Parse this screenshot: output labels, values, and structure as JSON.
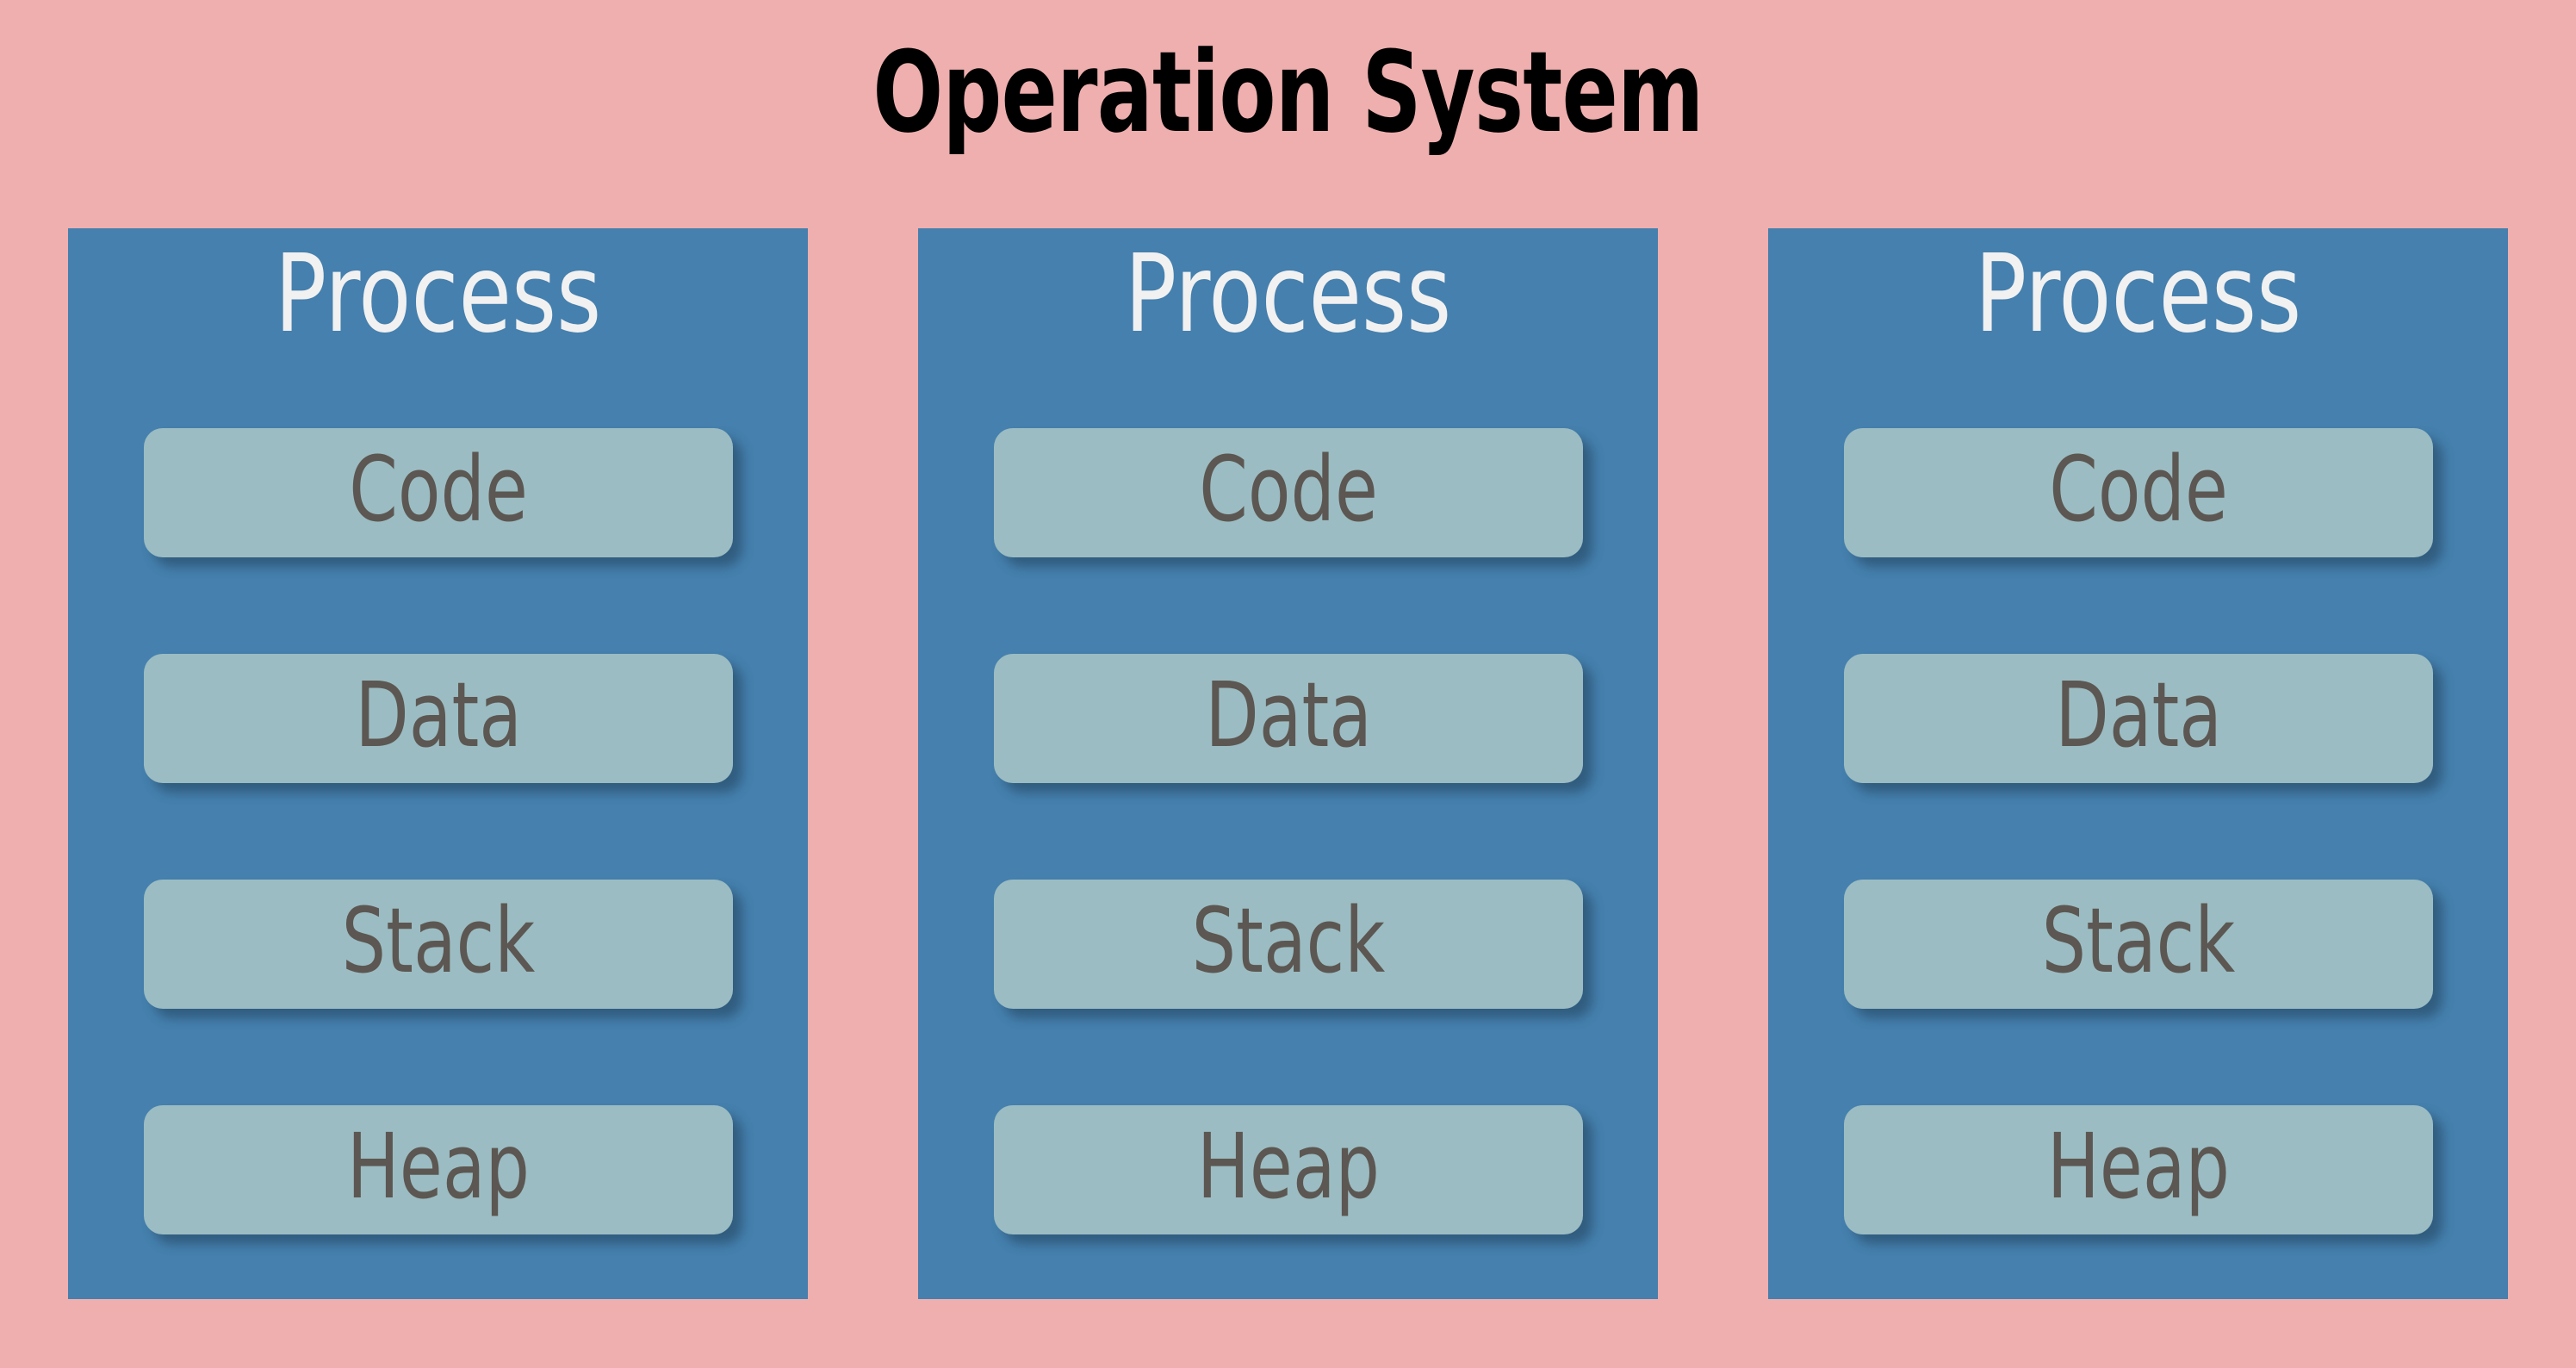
{
  "diagram": {
    "title": "Operation System",
    "background_color": "#efafaf",
    "title_color": "#000000",
    "process_box_color": "#4580ae",
    "segment_box_color": "#9bbcc2",
    "segment_label_color": "#5c5752",
    "process_title_color": "#f1f1f1",
    "processes": [
      {
        "title": "Process",
        "segments": [
          {
            "label": "Code"
          },
          {
            "label": "Data"
          },
          {
            "label": "Stack"
          },
          {
            "label": "Heap"
          }
        ]
      },
      {
        "title": "Process",
        "segments": [
          {
            "label": "Code"
          },
          {
            "label": "Data"
          },
          {
            "label": "Stack"
          },
          {
            "label": "Heap"
          }
        ]
      },
      {
        "title": "Process",
        "segments": [
          {
            "label": "Code"
          },
          {
            "label": "Data"
          },
          {
            "label": "Stack"
          },
          {
            "label": "Heap"
          }
        ]
      }
    ]
  }
}
